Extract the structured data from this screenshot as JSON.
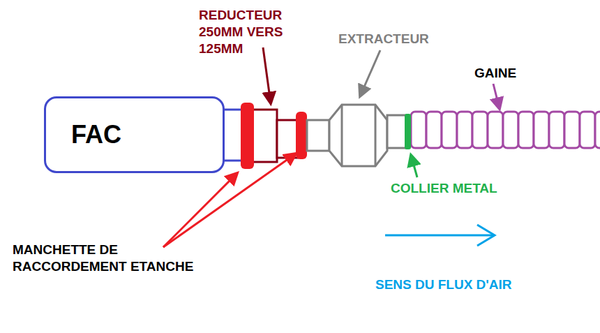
{
  "diagram": {
    "nodes": [
      {
        "text": [
          "FAC"
        ]
      }
    ],
    "labels": [
      "REDUCTEUR 250MM VERS 125MM",
      "EXTRACTEUR",
      "GAINE",
      "COLLIER METAL",
      "MANCHETTE DE RACCORDEMENT ETANCHE",
      "SENS DU FLUX D'AIR"
    ]
  }
}
